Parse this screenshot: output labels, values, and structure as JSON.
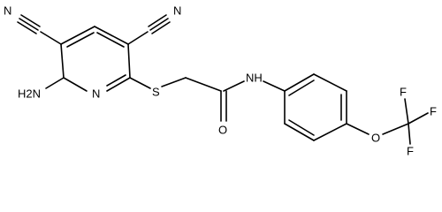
{
  "molecule": {
    "atoms": {
      "n_nitrile_left": "N",
      "n_nitrile_right": "N",
      "n_ring": "N",
      "amino": "H2N",
      "sulfur": "S",
      "oxygen_carbonyl": "O",
      "amide": "NH",
      "oxygen_ether": "O",
      "f_left": "F",
      "f_right": "F",
      "f_bottom": "F"
    }
  }
}
